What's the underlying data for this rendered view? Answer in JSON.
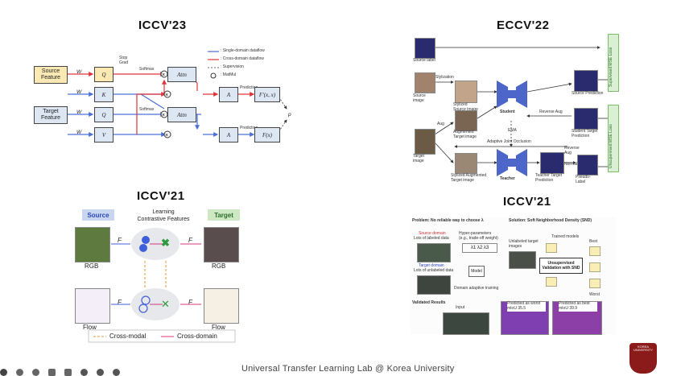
{
  "venues": {
    "top_left": "ICCV'23",
    "top_right": "ECCV'22",
    "bottom_left": "ICCV'21",
    "bottom_right": "ICCV'21"
  },
  "fig1": {
    "source_feature": "Source Feature",
    "target_feature": "Target Feature",
    "stop_grad": "Stop Grad",
    "softmax": "Softmax",
    "softmax2": "Softmax",
    "prediction": "Prediction",
    "prediction2": "Prediction",
    "wq1": "W",
    "wk": "W",
    "wq2": "W",
    "wv": "W",
    "q_s": "Q",
    "k_t": "K",
    "q_t": "Q",
    "v_t": "V",
    "attn_st": "Attn",
    "attn_t": "Attn",
    "a_st": "A",
    "a_t": "A",
    "f_st": "F'(x, x)",
    "f_t": "F(x)",
    "p_hat": "p",
    "legend_single": ": Single-domain dataflow",
    "legend_cross": ": Cross-domain dataflow",
    "legend_super": ": Supervision",
    "legend_matmul": ": MatMul"
  },
  "fig2": {
    "source_label": "Source label",
    "source_image": "Source image",
    "stylization": "Stylization",
    "styl_source": "Stylized Source image",
    "student": "Student",
    "source_pred": "Source Prediction",
    "reverse_aug": "Reverse Aug",
    "student_target": "Student Target Prediction",
    "augmented_target": "Augmented Target image",
    "target_image": "Target image",
    "aug": "Aug",
    "ema": "EMA",
    "adaptive": "Adaptive Joint Occlusion",
    "reverse_aug2": "Reverse Aug",
    "normalize": "Normalize",
    "styl_aug_target": "Stylized Augmented Target image",
    "teacher": "Teacher",
    "teacher_pred": "Teacher Target Prediction",
    "pseudo": "Pseudo-Label",
    "supervised_mse": "Supervised MSE Loss",
    "unsupervised_mse": "Unsupervised MSE Loss"
  },
  "fig3": {
    "source": "Source",
    "target": "Target",
    "learning": "Learning",
    "contrastive": "Contrastive Features",
    "fs_a": "F",
    "ft_a": "F",
    "fs_m": "F",
    "ft_m": "F",
    "rgb_left": "RGB",
    "rgb_right": "RGB",
    "flow_left": "Flow",
    "flow_right": "Flow",
    "cross_modal": "Cross-modal",
    "cross_domain": "Cross-domain"
  },
  "fig4": {
    "problem": "Problem: No reliable way to choose λ",
    "solution": "Solution: Soft Neighborhood Density (SND)",
    "source_domain": "Source domain",
    "lots_labeled": "Lots of labeled data",
    "hyper": "Hyper-parameters (e.g., trade-off weight)",
    "lambdas": "λ1  λ2  λ3",
    "target_domain": "Target domain",
    "lots_unlabeled": "Lots of unlabeled data",
    "model": "Model",
    "domain_adaptive": "Domain adaptive training",
    "unlabeled_target": "Unlabeled target images",
    "trained_models": "Trained models",
    "best": "Best",
    "worst": "Worst",
    "unsup_val": "Unsupervised Validation with SND",
    "validated": "Validated Results",
    "input": "Input",
    "pred_worst": "Predicted as worst mIoU 35.5",
    "pred_best": "Predicted as best mIoU 39.9"
  },
  "footer": {
    "lab": "Universal Transfer Learning Lab @ Korea University",
    "logo": "KOREA UNIVERSITY"
  },
  "colors": {
    "single": "#4a6fd6",
    "cross": "#e0343a",
    "feature_yellow": "#fbe9b4",
    "feature_blue": "#dde7f4",
    "net_blue": "#4d66c9",
    "korea_red": "#8b1a1a"
  }
}
